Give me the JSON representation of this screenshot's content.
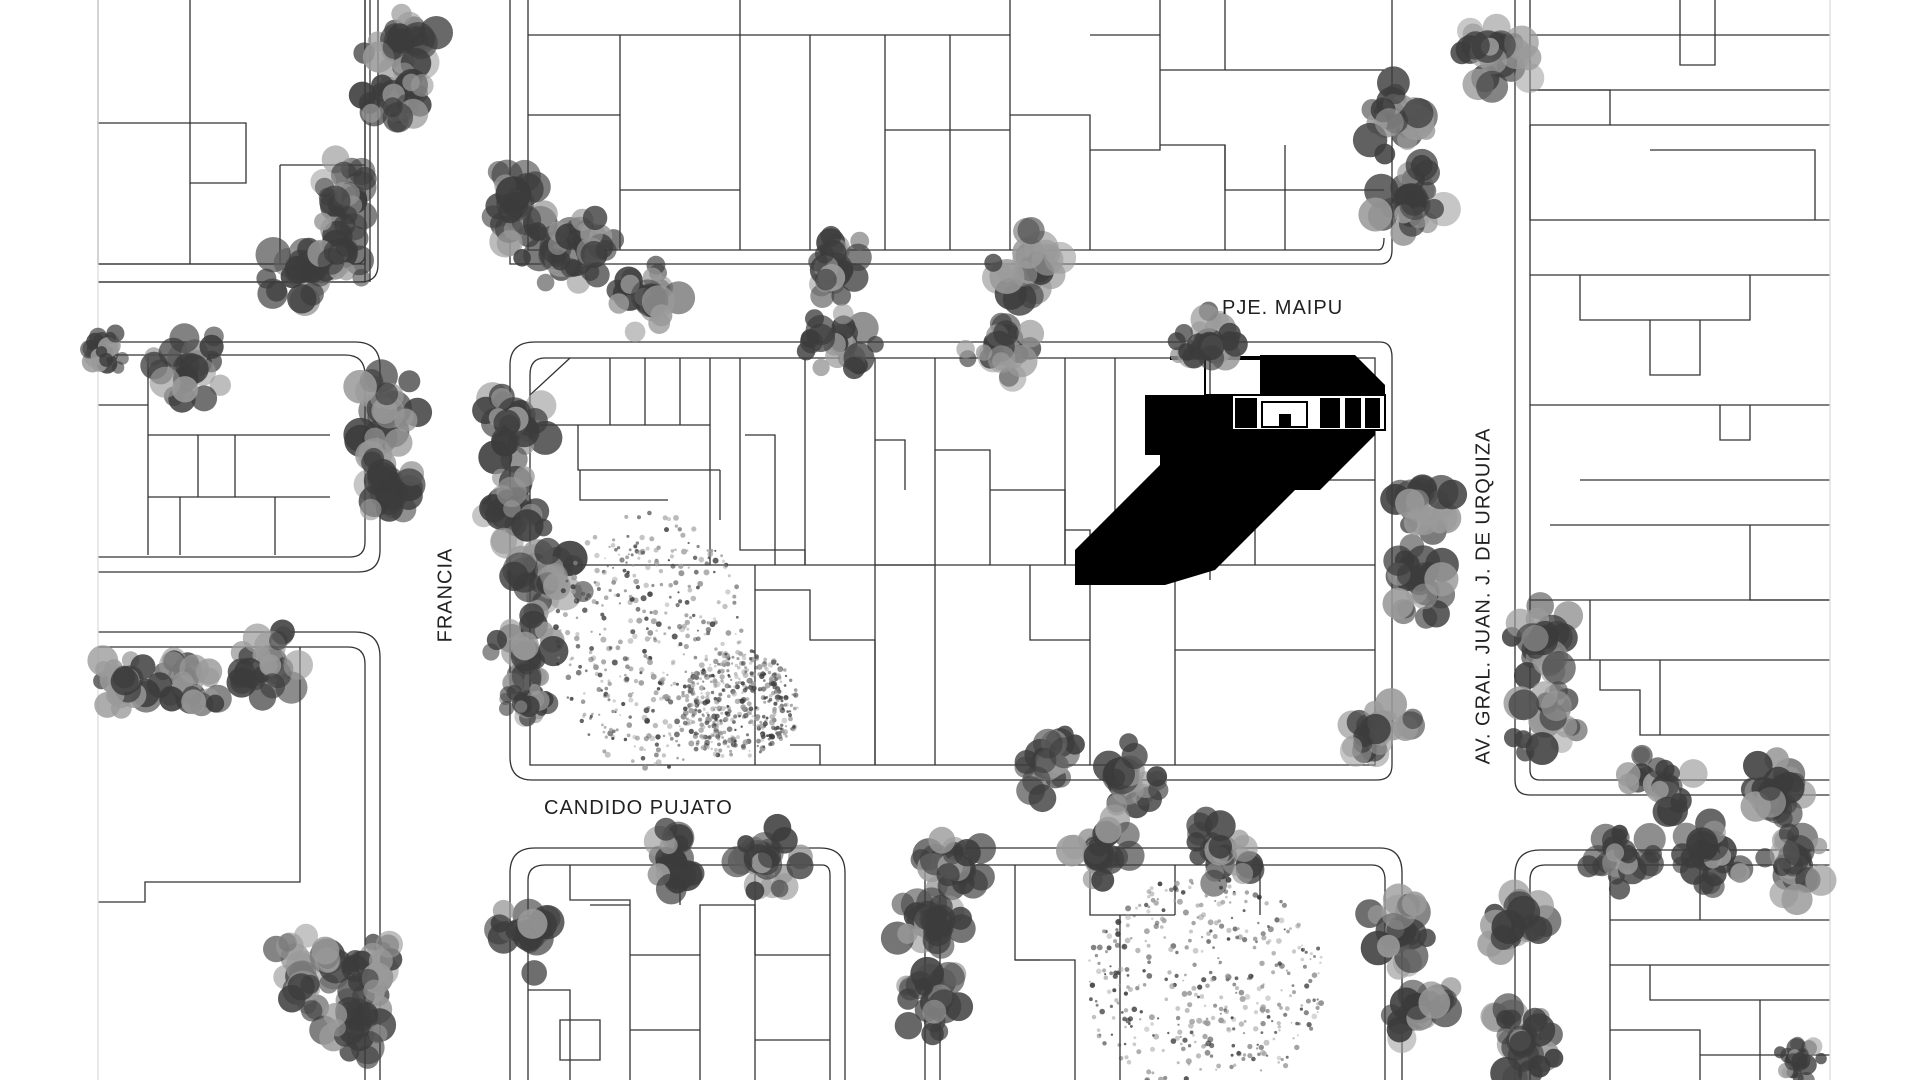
{
  "map": {
    "streets": {
      "north_alley": "PJE. MAIPU",
      "south": "CANDIDO PUJATO",
      "west": "FRANCIA",
      "east": "AV. GRAL. JUAN. J. DE URQUIZA"
    },
    "colors": {
      "background": "#ffffff",
      "lot_lines": "#333333",
      "building": "#000000",
      "tree_foliage": "#3c3c3c",
      "tree_light": "#9a9a9a"
    }
  }
}
